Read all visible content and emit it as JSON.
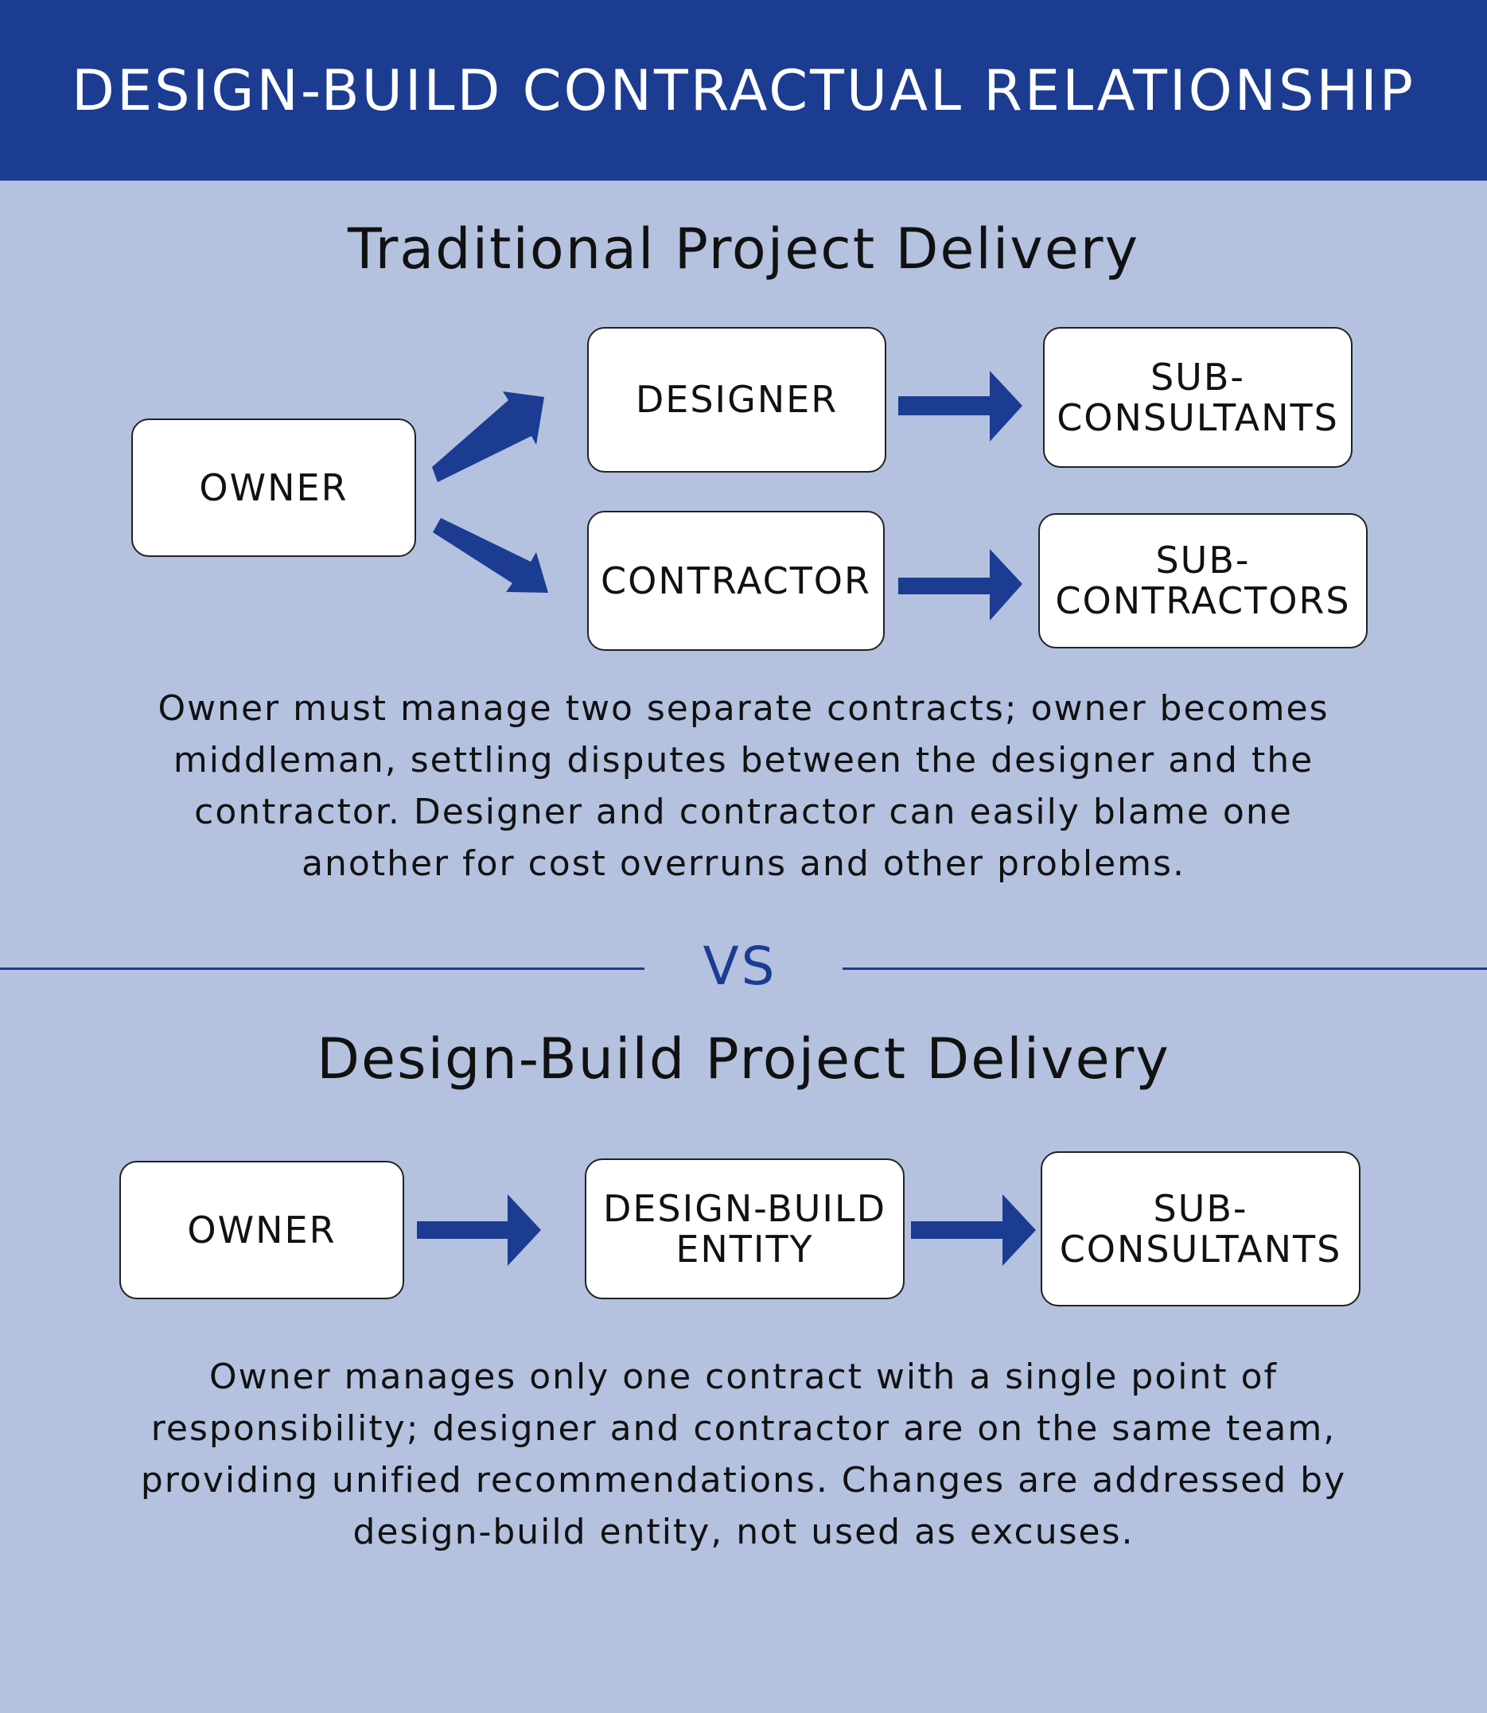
{
  "header": {
    "title": "DESIGN-BUILD CONTRACTUAL RELATIONSHIP"
  },
  "traditional": {
    "title": "Traditional Project Delivery",
    "nodes": {
      "owner": "OWNER",
      "designer": "DESIGNER",
      "sub_consultants": "SUB-\nCONSULTANTS",
      "contractor": "CONTRACTOR",
      "sub_contractors": "SUB-\nCONTRACTORS"
    },
    "description": "Owner must manage two separate contracts; owner becomes middleman, settling disputes between the designer and the contractor. Designer and contractor can easily blame one another for cost overruns and other problems."
  },
  "divider": {
    "label": "VS"
  },
  "design_build": {
    "title": "Design-Build Project Delivery",
    "nodes": {
      "owner": "OWNER",
      "entity": "DESIGN-BUILD\nENTITY",
      "sub_consultants": "SUB-\nCONSULTANTS"
    },
    "description": "Owner manages only one contract with a single point of responsibility; designer and contractor are on the same team, providing unified recommendations. Changes are addressed by design-build entity, not used as excuses."
  },
  "colors": {
    "header_bg": "#1c3c92",
    "page_bg": "#b4c1df",
    "arrow": "#1c3c92"
  }
}
